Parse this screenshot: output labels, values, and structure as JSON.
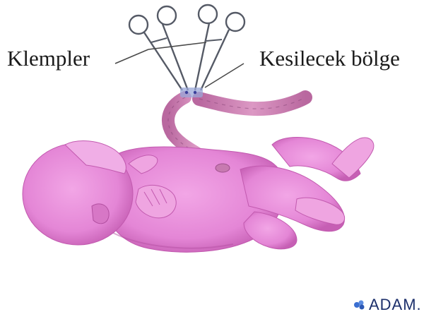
{
  "labels": {
    "clamps": "Klempler",
    "cut_area": "Kesilecek bölge"
  },
  "logo": {
    "text": "ADAM."
  },
  "colors": {
    "skin": "#e788d8",
    "skin_shadow": "#c85cb8",
    "cord": "#c77ab0",
    "instrument": "#555a66",
    "logo": "#1c2f6b"
  }
}
